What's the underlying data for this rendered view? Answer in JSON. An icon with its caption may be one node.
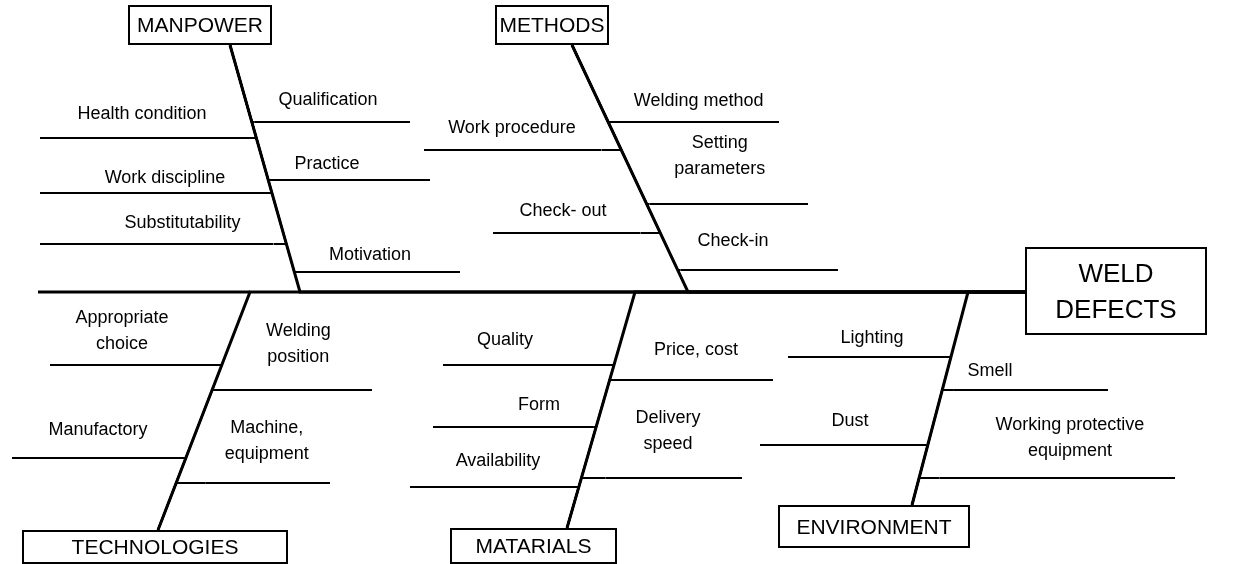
{
  "diagram": {
    "nodes": [
      {
        "text": [
          "MANPOWER"
        ]
      },
      {
        "text": [
          "Health condition"
        ]
      },
      {
        "text": [
          "Qualification"
        ]
      },
      {
        "text": [
          "Work discipline"
        ]
      },
      {
        "text": [
          "Practice"
        ]
      },
      {
        "text": [
          "Substitutability"
        ]
      },
      {
        "text": [
          "Motivation"
        ]
      },
      {
        "text": [
          "METHODS"
        ]
      },
      {
        "text": [
          "Welding method"
        ]
      },
      {
        "text": [
          "Work procedure"
        ]
      },
      {
        "text": [
          "Setting parameters"
        ]
      },
      {
        "text": [
          "Check- out"
        ]
      },
      {
        "text": [
          "Check-in"
        ]
      },
      {
        "text": [
          "WELD DEFECTS"
        ]
      },
      {
        "text": [
          "TECHNOLOGIES"
        ]
      },
      {
        "text": [
          "Appropriate choice"
        ]
      },
      {
        "text": [
          "Welding position"
        ]
      },
      {
        "text": [
          "Manufactory"
        ]
      },
      {
        "text": [
          "Machine, equipment"
        ]
      },
      {
        "text": [
          "MATARIALS"
        ]
      },
      {
        "text": [
          "Quality"
        ]
      },
      {
        "text": [
          "Price, cost"
        ]
      },
      {
        "text": [
          "Form"
        ]
      },
      {
        "text": [
          "Delivery speed"
        ]
      },
      {
        "text": [
          "Availability"
        ]
      },
      {
        "text": [
          "ENVIRONMENT"
        ]
      },
      {
        "text": [
          "Lighting"
        ]
      },
      {
        "text": [
          "Smell"
        ]
      },
      {
        "text": [
          "Dust"
        ]
      },
      {
        "text": [
          "Working protective equipment"
        ]
      }
    ],
    "edges": [
      {
        "from": 1,
        "to": 0,
        "arrow": "none"
      },
      {
        "from": 2,
        "to": 0,
        "arrow": "none"
      },
      {
        "from": 3,
        "to": 0,
        "arrow": "none"
      },
      {
        "from": 4,
        "to": 0,
        "arrow": "none"
      },
      {
        "from": 5,
        "to": 0,
        "arrow": "none"
      },
      {
        "from": 6,
        "to": 0,
        "arrow": "none"
      },
      {
        "from": 0,
        "to": 13,
        "arrow": "none"
      },
      {
        "from": 8,
        "to": 7,
        "arrow": "none"
      },
      {
        "from": 9,
        "to": 7,
        "arrow": "none"
      },
      {
        "from": 10,
        "to": 7,
        "arrow": "none"
      },
      {
        "from": 11,
        "to": 7,
        "arrow": "none"
      },
      {
        "from": 12,
        "to": 7,
        "arrow": "none"
      },
      {
        "from": 7,
        "to": 13,
        "arrow": "none"
      },
      {
        "from": 15,
        "to": 14,
        "arrow": "none"
      },
      {
        "from": 16,
        "to": 14,
        "arrow": "none"
      },
      {
        "from": 17,
        "to": 14,
        "arrow": "none"
      },
      {
        "from": 18,
        "to": 14,
        "arrow": "none"
      },
      {
        "from": 14,
        "to": 13,
        "arrow": "none"
      },
      {
        "from": 20,
        "to": 19,
        "arrow": "none"
      },
      {
        "from": 21,
        "to": 19,
        "arrow": "none"
      },
      {
        "from": 22,
        "to": 19,
        "arrow": "none"
      },
      {
        "from": 23,
        "to": 19,
        "arrow": "none"
      },
      {
        "from": 24,
        "to": 19,
        "arrow": "none"
      },
      {
        "from": 19,
        "to": 13,
        "arrow": "none"
      },
      {
        "from": 26,
        "to": 25,
        "arrow": "none"
      },
      {
        "from": 27,
        "to": 25,
        "arrow": "none"
      },
      {
        "from": 28,
        "to": 25,
        "arrow": "none"
      },
      {
        "from": 29,
        "to": 25,
        "arrow": "none"
      },
      {
        "from": 25,
        "to": 13,
        "arrow": "none"
      }
    ]
  }
}
